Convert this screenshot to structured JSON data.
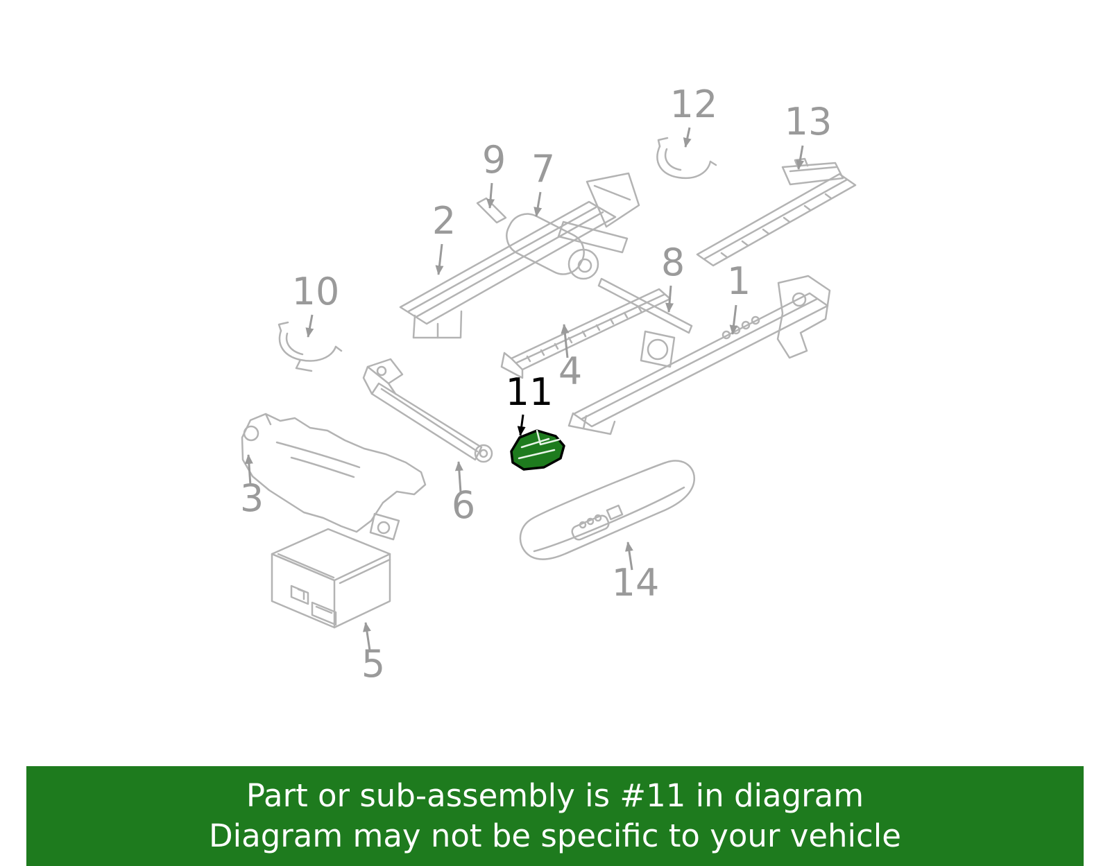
{
  "banner": {
    "line1": "Part or sub-assembly is #11 in diagram",
    "line2": "Diagram may not be specific to your vehicle",
    "bg_color": "#1e7b1e",
    "text_color": "#ffffff"
  },
  "diagram": {
    "highlight_color": "#1e7b1e",
    "highlighted_part": "11",
    "line_color": "#b3b3b3",
    "label_color": "#9a9a9a",
    "callouts": [
      {
        "label": "1"
      },
      {
        "label": "2"
      },
      {
        "label": "3"
      },
      {
        "label": "4"
      },
      {
        "label": "5"
      },
      {
        "label": "6"
      },
      {
        "label": "7"
      },
      {
        "label": "8"
      },
      {
        "label": "9"
      },
      {
        "label": "10"
      },
      {
        "label": "11"
      },
      {
        "label": "12"
      },
      {
        "label": "13"
      },
      {
        "label": "14"
      }
    ]
  }
}
